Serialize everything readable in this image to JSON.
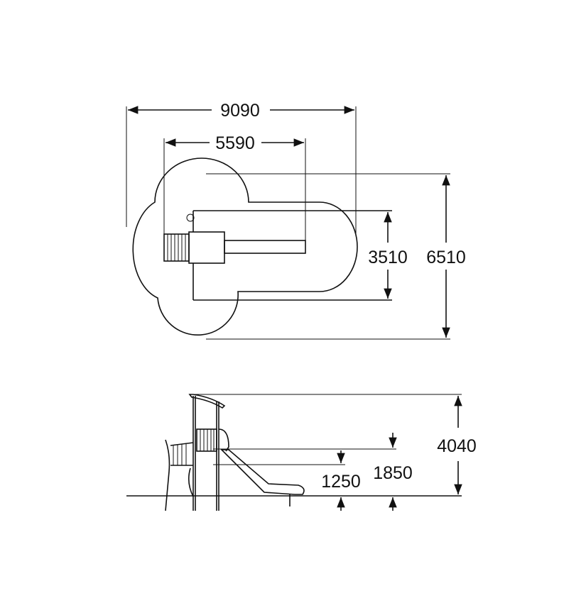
{
  "plan_view": {
    "overall_length": "9090",
    "structure_length": "5590",
    "structure_width": "3510",
    "overall_width": "6510"
  },
  "side_view": {
    "total_height": "4040",
    "platform_height_low": "1250",
    "platform_height_high": "1850"
  },
  "colors": {
    "line": "#111111",
    "background": "#ffffff"
  }
}
